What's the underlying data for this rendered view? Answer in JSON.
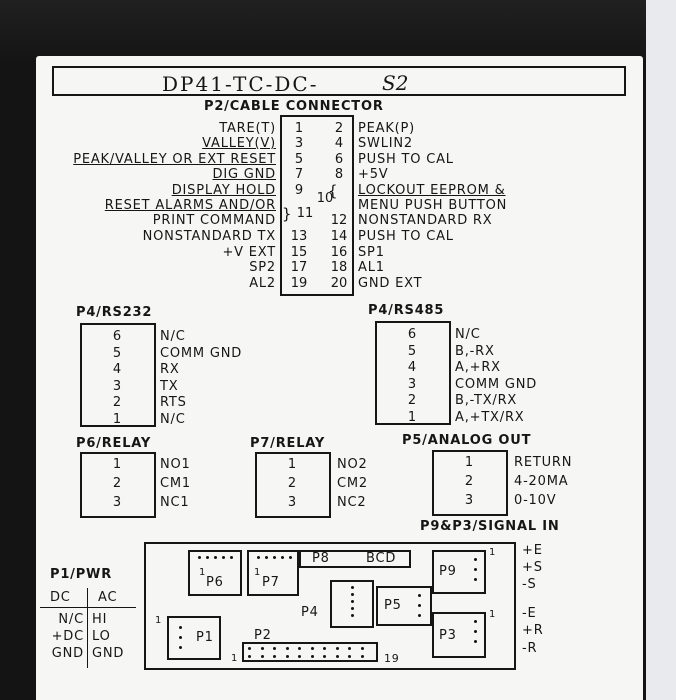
{
  "title": "DP41-TC-DC-",
  "title_suffix": "S2",
  "p2": {
    "heading": "P2/CABLE CONNECTOR",
    "left": [
      {
        "label": "TARE(T)",
        "underline": false
      },
      {
        "label": "VALLEY(V)",
        "underline": true
      },
      {
        "label": "PEAK/VALLEY OR EXT RESET",
        "underline": true
      },
      {
        "label": "DIG GND",
        "underline": true
      },
      {
        "label": "DISPLAY HOLD",
        "underline": true
      },
      {
        "label": "RESET ALARMS AND/OR",
        "underline": true
      },
      {
        "label": "PRINT COMMAND",
        "underline": false
      },
      {
        "label": "NONSTANDARD TX",
        "underline": false
      },
      {
        "label": "+V  EXT",
        "underline": false
      },
      {
        "label": "SP2",
        "underline": false
      },
      {
        "label": "AL2",
        "underline": false
      }
    ],
    "pins_left": [
      "1",
      "3",
      "5",
      "7",
      "9",
      "11",
      "13",
      "15",
      "17",
      "19"
    ],
    "pins_right": [
      "2",
      "4",
      "6",
      "8",
      "10",
      "12",
      "14",
      "16",
      "18",
      "20"
    ],
    "right": [
      {
        "label": "PEAK(P)",
        "underline": false
      },
      {
        "label": "SWLIN2",
        "underline": false
      },
      {
        "label": "PUSH TO CAL",
        "underline": false
      },
      {
        "label": "+5V",
        "underline": false
      },
      {
        "label": "LOCKOUT EEPROM &",
        "underline": true
      },
      {
        "label": "MENU PUSH BUTTON",
        "underline": false
      },
      {
        "label": "NONSTANDARD RX",
        "underline": false
      },
      {
        "label": "PUSH TO CAL",
        "underline": false
      },
      {
        "label": "SP1",
        "underline": false
      },
      {
        "label": "AL1",
        "underline": false
      },
      {
        "label": "GND EXT",
        "underline": false
      }
    ]
  },
  "p4_rs232": {
    "heading": "P4/RS232",
    "pins": [
      "6",
      "5",
      "4",
      "3",
      "2",
      "1"
    ],
    "labels": [
      "N/C",
      "COMM GND",
      "RX",
      "TX",
      "RTS",
      "N/C"
    ]
  },
  "p4_rs485": {
    "heading": "P4/RS485",
    "pins": [
      "6",
      "5",
      "4",
      "3",
      "2",
      "1"
    ],
    "labels": [
      "N/C",
      "B,-RX",
      "A,+RX",
      "COMM GND",
      "B,-TX/RX",
      "A,+TX/RX"
    ]
  },
  "p6_relay": {
    "heading": "P6/RELAY",
    "pins": [
      "1",
      "2",
      "3"
    ],
    "labels": [
      "NO1",
      "CM1",
      "NC1"
    ]
  },
  "p7_relay": {
    "heading": "P7/RELAY",
    "pins": [
      "1",
      "2",
      "3"
    ],
    "labels": [
      "NO2",
      "CM2",
      "NC2"
    ]
  },
  "p5_analog": {
    "heading": "P5/ANALOG OUT",
    "pins": [
      "1",
      "2",
      "3"
    ],
    "labels": [
      "RETURN",
      "4-20MA",
      "0-10V"
    ]
  },
  "signal_in": {
    "heading": "P9&P3/SIGNAL IN",
    "labels": [
      "+E",
      "+S",
      "-S",
      "-E",
      "+R",
      "-R"
    ]
  },
  "p1_pwr": {
    "heading": "P1/PWR",
    "col_dc": "DC",
    "col_ac": "AC",
    "dc": [
      "N/C",
      "+DC",
      "GND"
    ],
    "ac": [
      "HI",
      "LO",
      "GND"
    ]
  },
  "board": {
    "p6": "P6",
    "p7": "P7",
    "p8": "P8",
    "bcd": "BCD",
    "p9": "P9",
    "p4": "P4",
    "p5": "P5",
    "p3": "P3",
    "p1": "P1",
    "p2": "P2",
    "pin1_marks": [
      "1",
      "1",
      "1",
      "1",
      "1",
      "1"
    ],
    "pin19": "19"
  }
}
